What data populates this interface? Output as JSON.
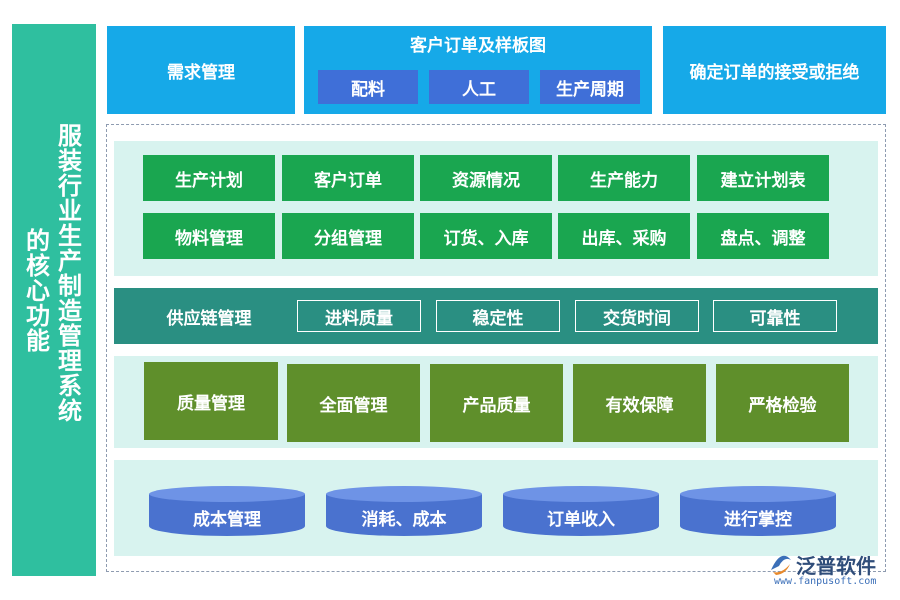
{
  "sidebar": {
    "title_col1": "服装行业生产制造管理系统",
    "title_col2": "的核心功能"
  },
  "top": {
    "demand": "需求管理",
    "orders_title": "客户订单及样板图",
    "orders_items": [
      "配料",
      "人工",
      "生产周期"
    ],
    "confirm": "确定订单的接受或拒绝"
  },
  "planning": {
    "row1": [
      "生产计划",
      "客户订单",
      "资源情况",
      "生产能力",
      "建立计划表"
    ],
    "row2": [
      "物料管理",
      "分组管理",
      "订货、入库",
      "出库、采购",
      "盘点、调整"
    ]
  },
  "supply": {
    "label": "供应链管理",
    "items": [
      "进料质量",
      "稳定性",
      "交货时间",
      "可靠性"
    ]
  },
  "quality": {
    "items": [
      "质量管理",
      "全面管理",
      "产品质量",
      "有效保障",
      "严格检验"
    ]
  },
  "cost": {
    "items": [
      "成本管理",
      "消耗、成本",
      "订单收入",
      "进行掌控"
    ]
  },
  "watermark": {
    "brand": "泛普软件",
    "url": "www.fanpusoft.com"
  },
  "colors": {
    "sidebar": "#2fbf9f",
    "top_box": "#16a9e8",
    "blue_button": "#3f6fd8",
    "green_button": "#1aa650",
    "supply_bar": "#2a8f82",
    "olive_button": "#5f8f2b",
    "cylinder": "#4a72cf",
    "panel_bg": "#d8f3ef"
  }
}
